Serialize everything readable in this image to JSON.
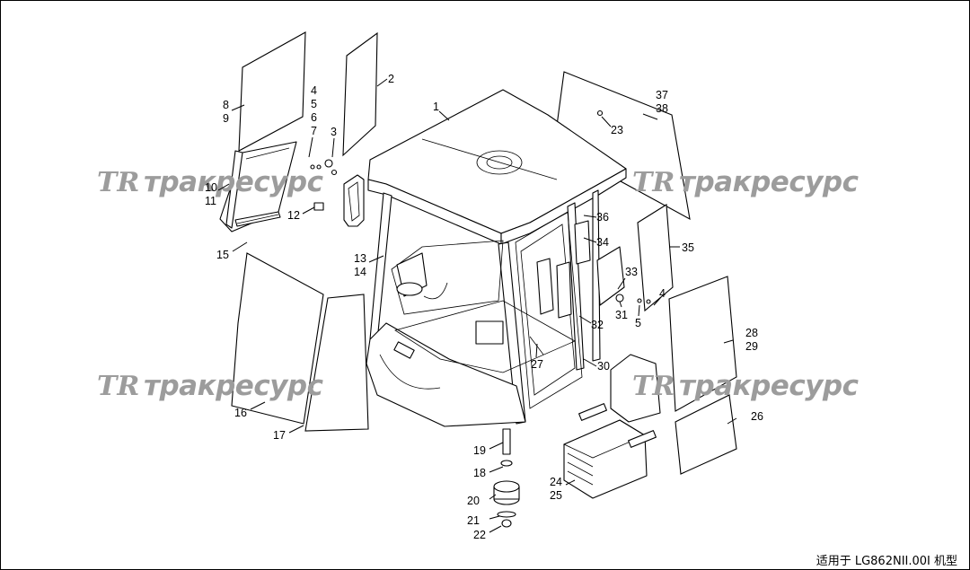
{
  "watermark": {
    "logo": "TR",
    "text": "тракресурс"
  },
  "footer": {
    "text": "适用于 LG862NII.00I 机型"
  },
  "part_numbers": {
    "p1": "1",
    "p2": "2",
    "p3": "3",
    "p4a": "4",
    "p4b": "4",
    "p5a": "5",
    "p5b": "5",
    "p6": "6",
    "p7": "7",
    "p8": "8",
    "p9": "9",
    "p10": "10",
    "p11": "11",
    "p12": "12",
    "p13": "13",
    "p14": "14",
    "p15": "15",
    "p16": "16",
    "p17": "17",
    "p18": "18",
    "p19": "19",
    "p20": "20",
    "p21": "21",
    "p22": "22",
    "p23": "23",
    "p24": "24",
    "p25": "25",
    "p26": "26",
    "p27": "27",
    "p28": "28",
    "p29": "29",
    "p30": "30",
    "p31": "31",
    "p32": "32",
    "p33": "33",
    "p34": "34",
    "p35": "35",
    "p36": "36",
    "p37": "37",
    "p38": "38"
  }
}
